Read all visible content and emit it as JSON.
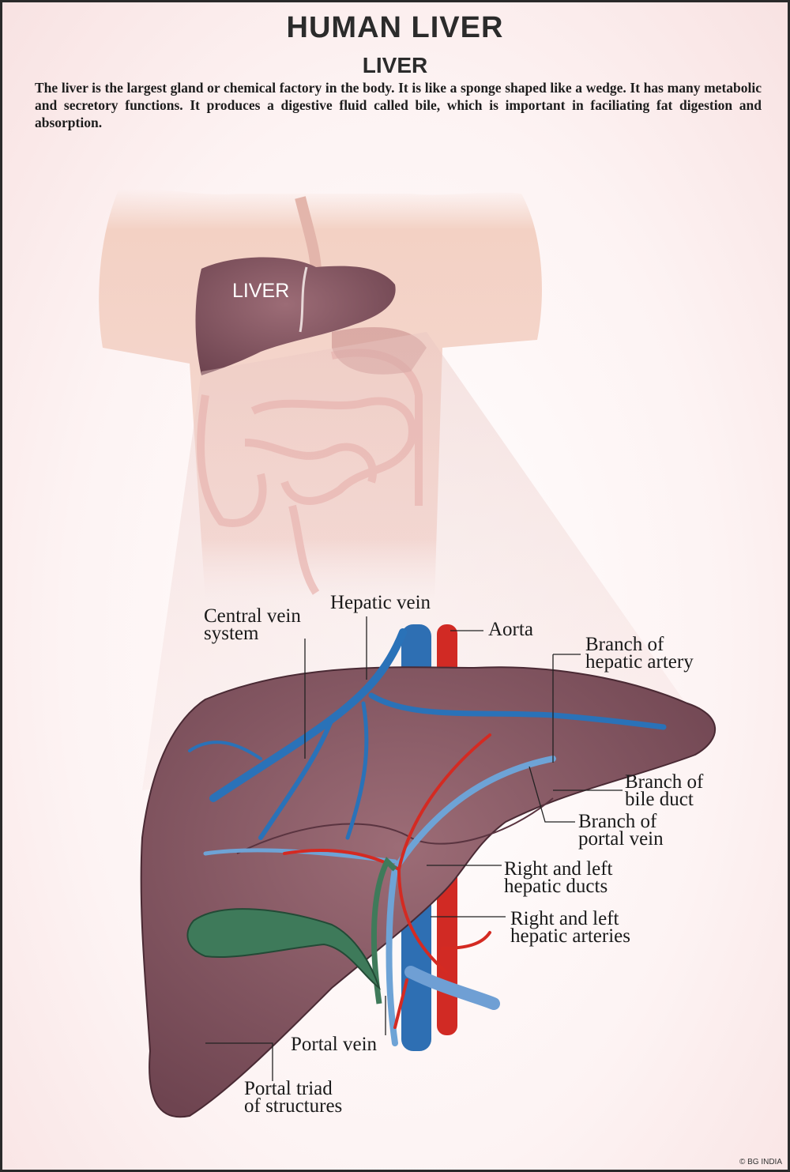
{
  "header": {
    "title": "HUMAN LIVER",
    "subtitle": "LIVER",
    "description": "The liver is the largest gland or chemical factory in the body. It is like a sponge shaped like a wedge. It has many metabolic and secretory functions. It produces a digestive fluid called bile, which is important in faciliating fat digestion and absorption."
  },
  "torso_label": "LIVER",
  "labels": {
    "central_vein": [
      "Central vein",
      "system"
    ],
    "hepatic_vein": [
      "Hepatic vein"
    ],
    "aorta": [
      "Aorta"
    ],
    "branch_hepatic_artery": [
      "Branch of",
      "hepatic artery"
    ],
    "branch_bile_duct": [
      "Branch of",
      "bile duct"
    ],
    "branch_portal_vein": [
      "Branch of",
      "portal vein"
    ],
    "hepatic_ducts": [
      "Right and left",
      "hepatic ducts"
    ],
    "hepatic_arteries": [
      "Right and left",
      "hepatic arteries"
    ],
    "portal_vein": [
      "Portal vein"
    ],
    "portal_triad": [
      "Portal triad",
      "of structures"
    ]
  },
  "copyright": "© BG INDIA",
  "colors": {
    "liver": "#8a5a66",
    "vein": "#2a6fb0",
    "artery": "#d42a22",
    "gallbladder": "#3f7a5a"
  }
}
